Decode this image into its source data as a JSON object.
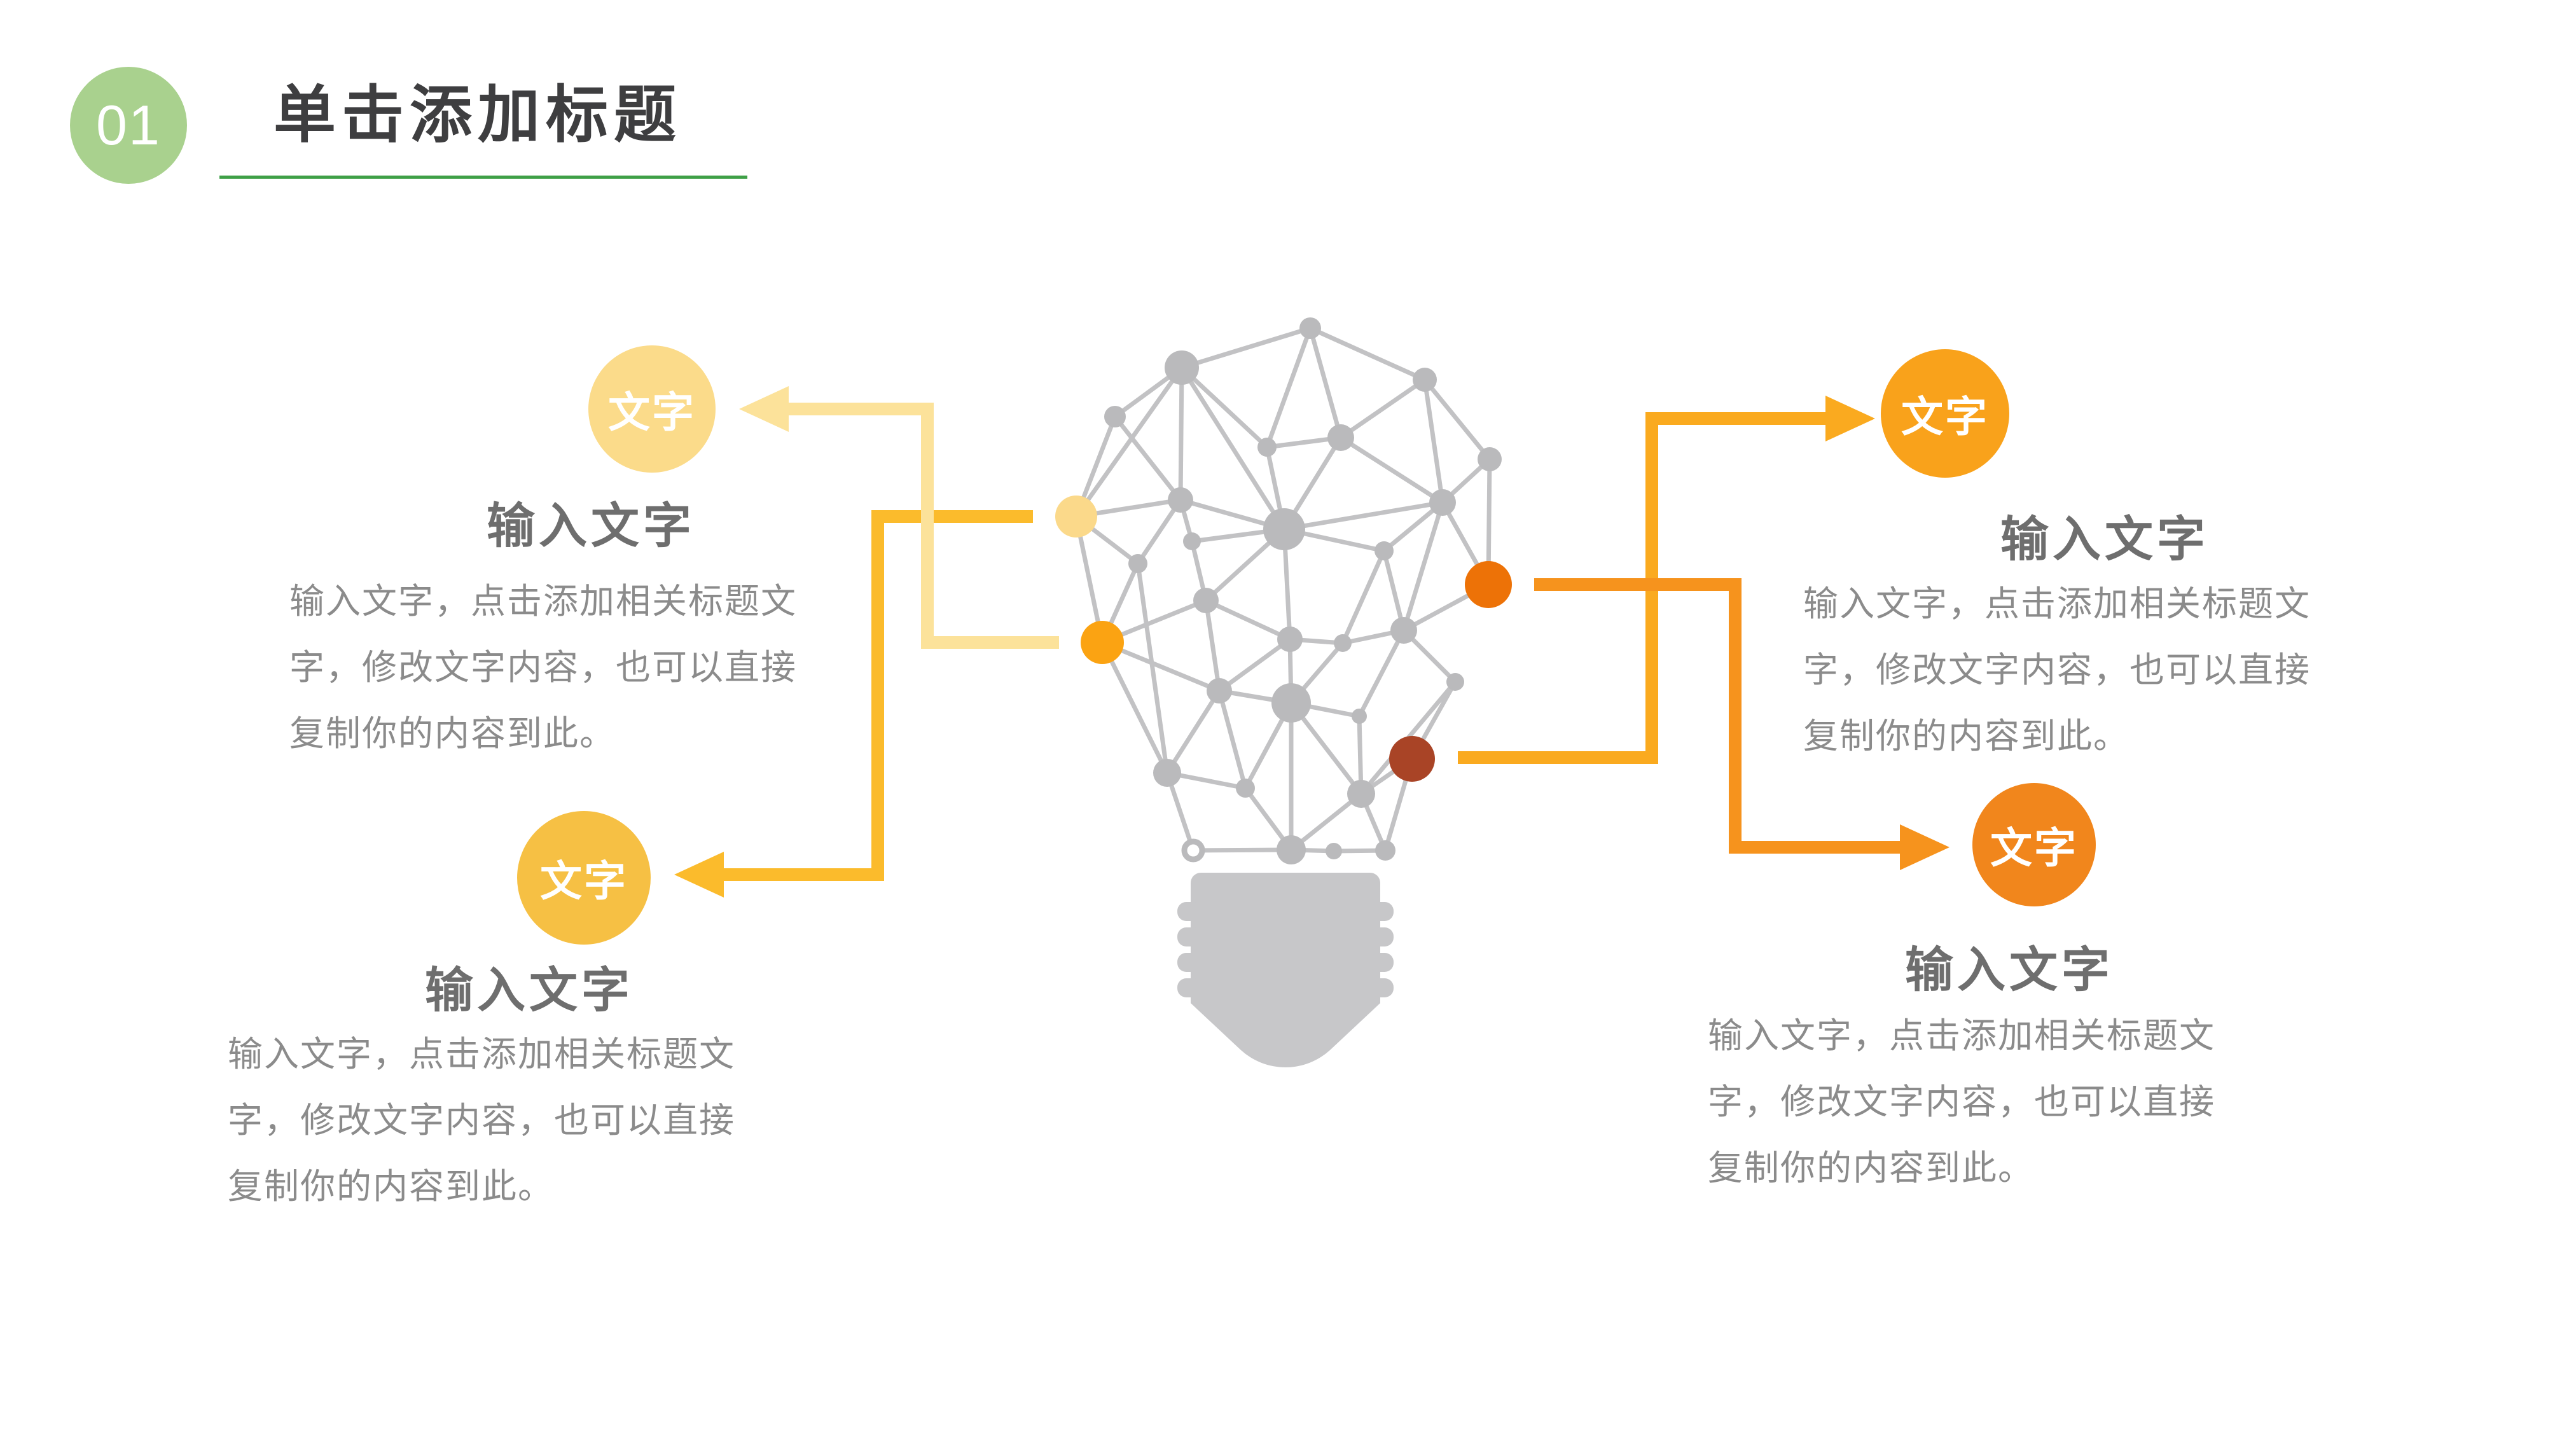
{
  "header": {
    "number": "01",
    "title": "单击添加标题"
  },
  "callouts": {
    "top_left": {
      "label": "文字",
      "heading": "输入文字",
      "body_lines": [
        "输入文字，点击添加相关标题文",
        "字，修改文字内容，也可以直接",
        "复制你的内容到此。"
      ]
    },
    "bottom_left": {
      "label": "文字",
      "heading": "输入文字",
      "body_lines": [
        "输入文字，点击添加相关标题文",
        "字，修改文字内容，也可以直接",
        "复制你的内容到此。"
      ]
    },
    "top_right": {
      "label": "文字",
      "heading": "输入文字",
      "body_lines": [
        "输入文字，点击添加相关标题文",
        "字，修改文字内容，也可以直接",
        "复制你的内容到此。"
      ]
    },
    "bottom_right": {
      "label": "文字",
      "heading": "输入文字",
      "body_lines": [
        "输入文字，点击添加相关标题文",
        "字，修改文字内容，也可以直接",
        "复制你的内容到此。"
      ]
    }
  },
  "colors": {
    "green-circle": "#A9D18E",
    "title-text": "#3E3E40",
    "underline": "#3FA047",
    "heading-text": "#6E6E6E",
    "body-text": "#8B8B8B",
    "circle-label": "#FFFFFF",
    "pale-circle": "#FBDB8A",
    "pale-line": "#FCE29A",
    "pale-dot": "#FBD98A",
    "gold-circle": "#F6C044",
    "gold-line": "#FBBB2C",
    "gold-dot": "#FBA312",
    "orange-circle": "#F9A21B",
    "orange-line": "#FAAA1F",
    "deep-circle": "#F1861C",
    "deep-line": "#F6931D",
    "orange-dot": "#ED7207",
    "brown-dot": "#A94426",
    "node-gray": "#BABABC",
    "edge-gray": "#C2C2C4",
    "base-gray": "#C7C7C9"
  }
}
